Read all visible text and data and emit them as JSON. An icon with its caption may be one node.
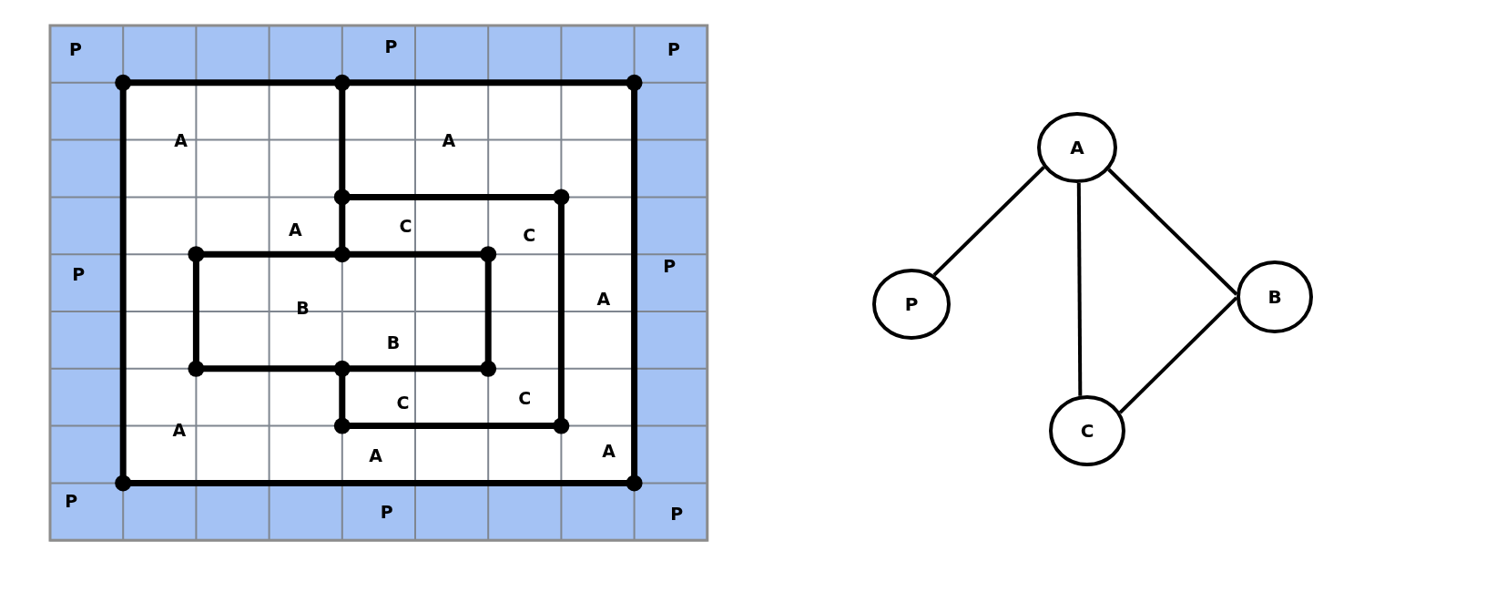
{
  "diagram": {
    "nodes": [
      {
        "text": [
          "A"
        ]
      },
      {
        "text": [
          "P"
        ]
      },
      {
        "text": [
          "B"
        ]
      },
      {
        "text": [
          "C"
        ]
      }
    ],
    "edges": [
      {
        "from": 0,
        "to": 1,
        "arrow": "none"
      },
      {
        "from": 0,
        "to": 3,
        "arrow": "none"
      },
      {
        "from": 0,
        "to": 2,
        "arrow": "none"
      },
      {
        "from": 2,
        "to": 3,
        "arrow": "none"
      }
    ],
    "labels": [
      "P",
      "P",
      "P",
      "A",
      "A",
      "A",
      "C",
      "C",
      "P",
      "P",
      "B",
      "A",
      "B",
      "C",
      "C",
      "A",
      "A",
      "A",
      "P",
      "P",
      "P"
    ]
  }
}
